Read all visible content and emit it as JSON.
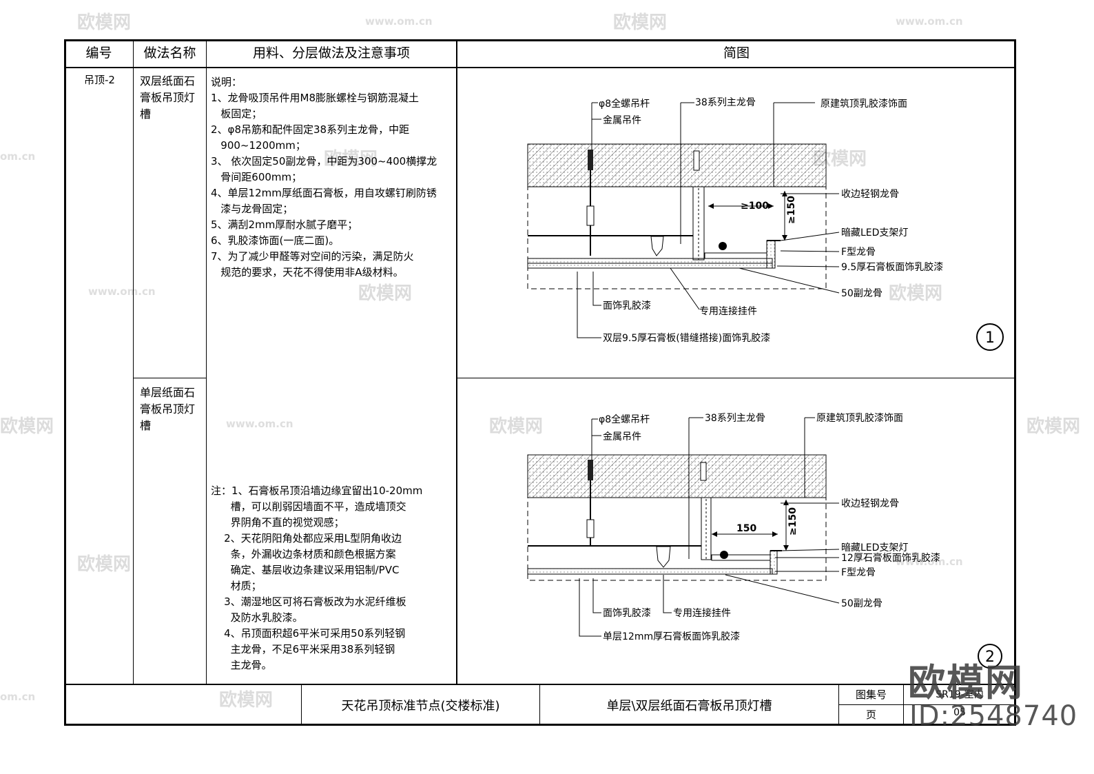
{
  "header": {
    "col_code": "编号",
    "col_method": "做法名称",
    "col_materials": "用料、分层做法及注意事项",
    "col_diagram": "简图"
  },
  "row": {
    "code": "吊顶-2",
    "method_1": "双层纸面石膏板吊顶灯槽",
    "method_2": "单层纸面石膏板吊顶灯槽"
  },
  "notes_top": "说明：\n1、龙骨吸顶吊件用M8膨胀螺栓与钢筋混凝土\n   板固定；\n2、φ8吊筋和配件固定38系列主龙骨，中距\n   900~1200mm；\n3、 依次固定50副龙骨，中距为300~400横撑龙\n   骨间距600mm；\n4、单层12mm厚纸面石膏板，用自攻螺钉刷防锈\n   漆与龙骨固定；\n5、满刮2mm厚耐水腻子磨平；\n6、乳胶漆饰面(一底二面)。\n7、为了减少甲醛等对空间的污染，满足防火\n   规范的要求，天花不得使用非A级材料。",
  "notes_bottom": "注：1、石膏板吊顶沿墙边缘宜留出10-20mm\n      槽，可以削弱因墙面不平，造成墙顶交\n      界阴角不直的视觉观感；\n    2、天花阴阳角处都应采用L型阴角收边\n      条，外漏收边条材质和颜色根据方案\n      确定、基层收边条建议采用铝制/PVC\n      材质；\n    3、潮湿地区可将石膏板改为水泥纤维板\n      及防水乳胶漆。\n    4、吊顶面积超6平米可采用50系列轻钢\n      主龙骨，不足6平米采用38系列轻钢\n      主龙骨。",
  "diagram1": {
    "number": "1",
    "labels": {
      "rod": "φ8全螺吊杆",
      "hanger": "金属吊件",
      "main_keel": "38系列主龙骨",
      "ceiling": "原建筑顶乳胶漆饰面",
      "edge_keel": "收边轻钢龙骨",
      "dim_w": "≥100",
      "dim_h": "≥150",
      "led": "暗藏LED支架灯",
      "f_keel": "F型龙骨",
      "board": "9.5厚石膏板面饰乳胶漆",
      "sub_keel": "50副龙骨",
      "paint": "面饰乳胶漆",
      "connector": "专用连接挂件",
      "double_board": "双层9.5厚石膏板(错缝搭接)面饰乳胶漆"
    }
  },
  "diagram2": {
    "number": "2",
    "labels": {
      "rod": "φ8全螺吊杆",
      "hanger": "金属吊件",
      "main_keel": "38系列主龙骨",
      "ceiling": "原建筑顶乳胶漆饰面",
      "edge_keel": "收边轻钢龙骨",
      "dim_w": "150",
      "dim_h": "≥150",
      "led": "暗藏LED支架灯",
      "board": "12厚石膏板面饰乳胶漆",
      "f_keel": "F型龙骨",
      "sub_keel": "50副龙骨",
      "paint": "面饰乳胶漆",
      "connector": "专用连接挂件",
      "single_board": "单层12mm厚石膏板面饰乳胶漆"
    }
  },
  "title_block": {
    "project": "天花吊顶标准节点(交楼标准)",
    "drawing": "单层\\双层纸面石膏板吊顶灯槽",
    "atlas_label": "图集号",
    "atlas_value": "SR19-室内",
    "page_label": "页",
    "page_value": "05"
  },
  "watermark": {
    "brand": "欧模网",
    "url": "www.om.cn",
    "url_short": "om.cn",
    "id": "ID:2548740"
  },
  "colors": {
    "ink": "#000000",
    "watermark": "#dcdcdc",
    "hatch": "#555555"
  }
}
